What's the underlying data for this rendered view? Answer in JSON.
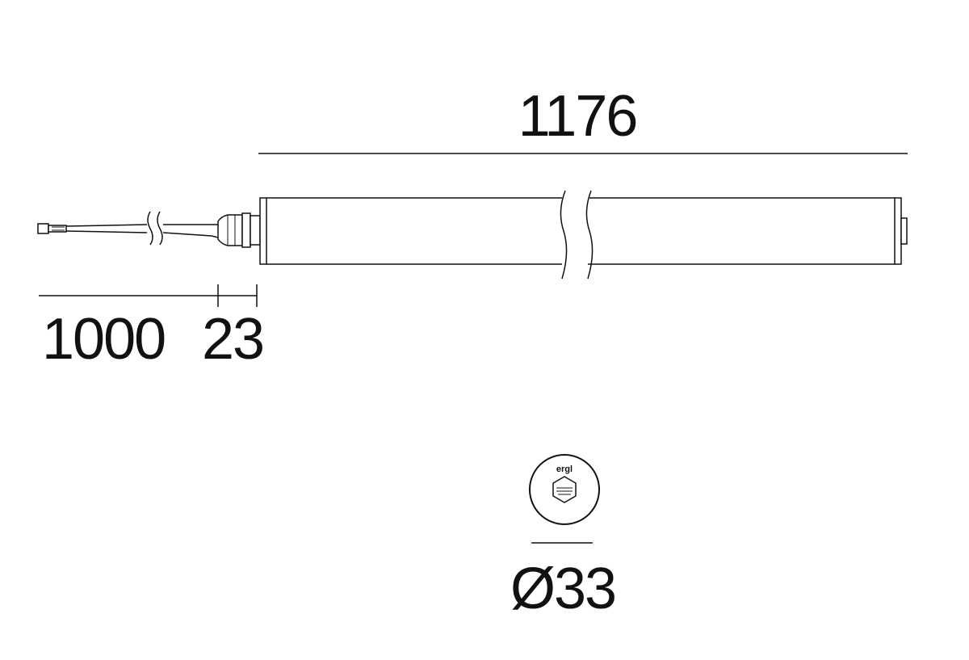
{
  "dimensions": {
    "overall_length": "1176",
    "cable_length": "1000",
    "gland_length": "23",
    "diameter": "Ø33"
  },
  "end_cap_logo": {
    "brand_mark": "ergl",
    "icon": "hexagon-badge-icon"
  },
  "colors": {
    "line": "#111111",
    "background": "#ffffff"
  }
}
